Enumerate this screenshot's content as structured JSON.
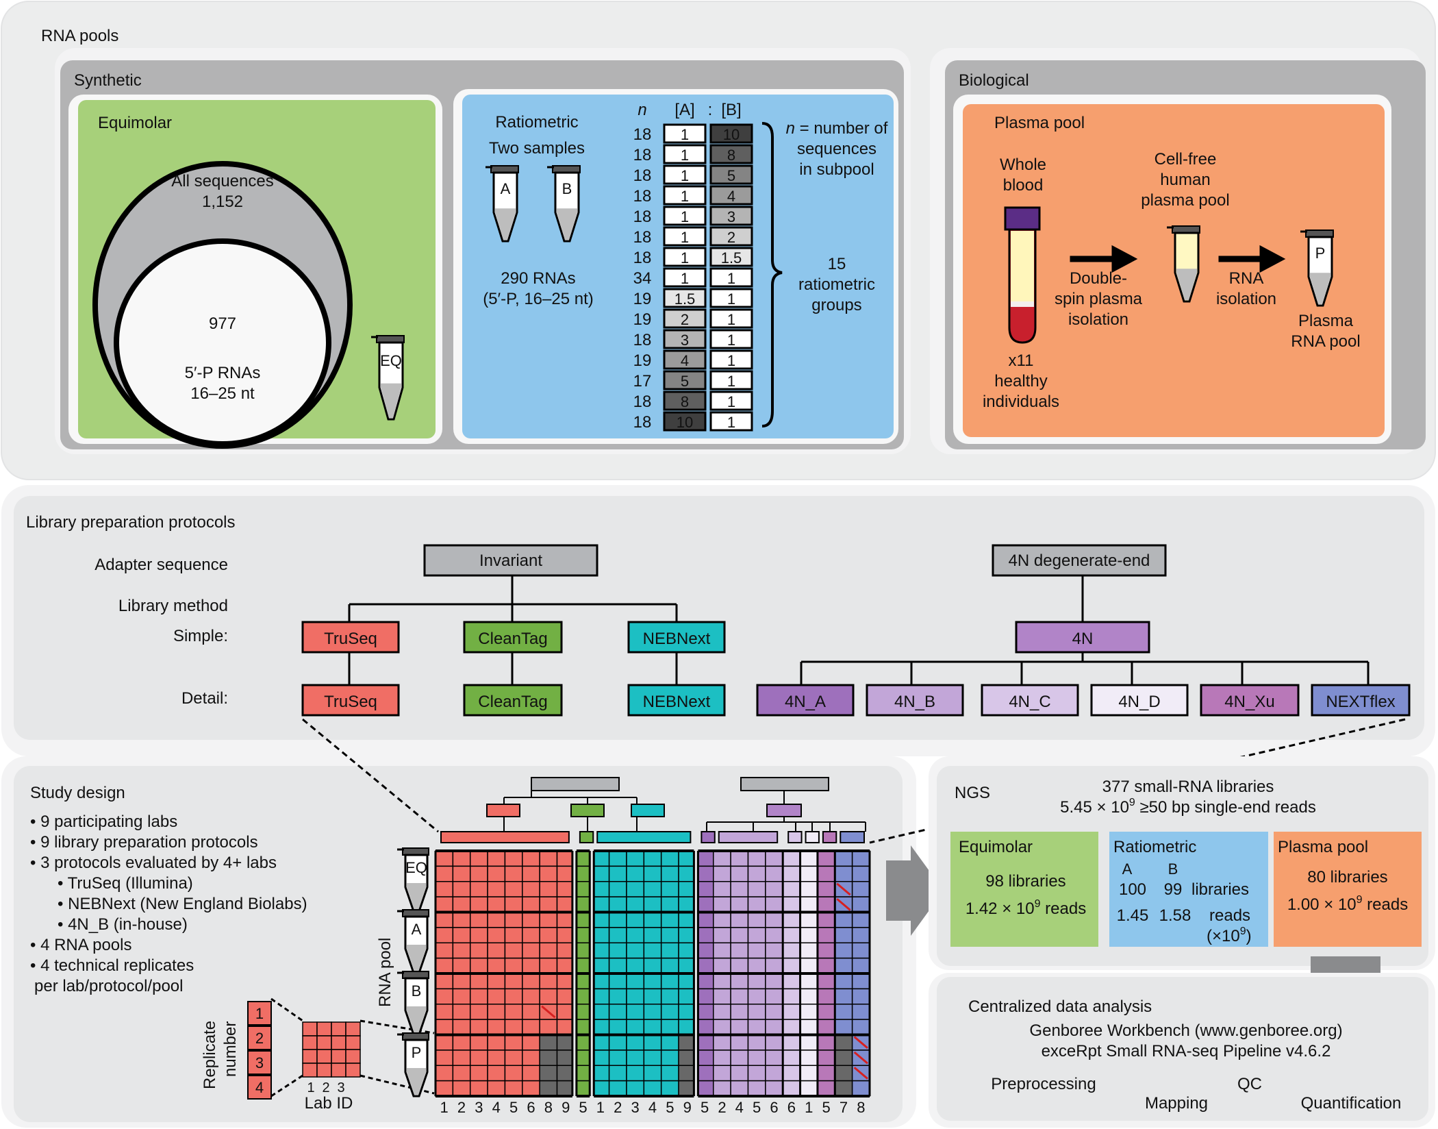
{
  "rna_pools": {
    "title": "RNA pools",
    "synthetic": {
      "title": "Synthetic",
      "equimolar": {
        "title": "Equimolar",
        "outer_label": "All sequences",
        "outer_count": "1,152",
        "inner_count": "977",
        "inner_label_1": "5′-P RNAs",
        "inner_label_2": "16–25 nt",
        "tube_label": "EQ"
      },
      "ratiometric": {
        "title": "Ratiometric",
        "subtitle": "Two samples",
        "tube_a": "A",
        "tube_b": "B",
        "count_text": "290 RNAs",
        "desc_text": "(5′-P, 16–25 nt)",
        "col_n": "n",
        "col_a": "[A]",
        "col_sep": ":",
        "col_b": "[B]",
        "rows": [
          {
            "n": "18",
            "a": "1",
            "b": "10"
          },
          {
            "n": "18",
            "a": "1",
            "b": "8"
          },
          {
            "n": "18",
            "a": "1",
            "b": "5"
          },
          {
            "n": "18",
            "a": "1",
            "b": "4"
          },
          {
            "n": "18",
            "a": "1",
            "b": "3"
          },
          {
            "n": "18",
            "a": "1",
            "b": "2"
          },
          {
            "n": "18",
            "a": "1",
            "b": "1.5"
          },
          {
            "n": "34",
            "a": "1",
            "b": "1"
          },
          {
            "n": "19",
            "a": "1.5",
            "b": "1"
          },
          {
            "n": "19",
            "a": "2",
            "b": "1"
          },
          {
            "n": "18",
            "a": "3",
            "b": "1"
          },
          {
            "n": "19",
            "a": "4",
            "b": "1"
          },
          {
            "n": "17",
            "a": "5",
            "b": "1"
          },
          {
            "n": "18",
            "a": "8",
            "b": "1"
          },
          {
            "n": "18",
            "a": "10",
            "b": "1"
          }
        ],
        "note_n": "n",
        "note_1": " = number of",
        "note_2": "sequences",
        "note_3": "in subpool",
        "groups_1": "15",
        "groups_2": "ratiometric",
        "groups_3": "groups"
      }
    },
    "biological": {
      "title": "Biological",
      "plasma_pool": {
        "title": "Plasma pool",
        "whole_1": "Whole",
        "whole_2": "blood",
        "donors_1": "x11",
        "donors_2": "healthy",
        "donors_3": "individuals",
        "step1_1": "Double-",
        "step1_2": "spin plasma",
        "step1_3": "isolation",
        "cellfree_1": "Cell-free",
        "cellfree_2": "human",
        "cellfree_3": "plasma pool",
        "step2_1": "RNA",
        "step2_2": "isolation",
        "tube_label": "P",
        "result_1": "Plasma",
        "result_2": "RNA pool"
      }
    }
  },
  "library_prep": {
    "title": "Library preparation protocols",
    "row_adapter": "Adapter sequence",
    "row_method": "Library method",
    "row_simple": "Simple:",
    "row_detail": "Detail:",
    "invariant": "Invariant",
    "degenerate": "4N degenerate-end",
    "simple": [
      "TruSeq",
      "CleanTag",
      "NEBNext",
      "4N"
    ],
    "detail": [
      "TruSeq",
      "CleanTag",
      "NEBNext",
      "4N_A",
      "4N_B",
      "4N_C",
      "4N_D",
      "4N_Xu",
      "NEXTflex"
    ],
    "colors": {
      "truseq": "#f06e65",
      "cleantag": "#72b044",
      "nebnext": "#1cbfc3",
      "fourN": "#b184c8",
      "4n_a": "#9e70bc",
      "4n_b": "#c2a6d8",
      "4n_c": "#d8c6e8",
      "4n_d": "#f1ecf7",
      "4n_xu": "#b878b8",
      "nextflex": "#7f8ed0",
      "invariant": "#b4b6b9"
    }
  },
  "study_design": {
    "title": "Study design",
    "bullets": [
      "• 9 participating labs",
      "• 9 library preparation protocols",
      "• 3 protocols evaluated by 4+ labs",
      "• TruSeq (Illumina)",
      "• NEBNext (New England Biolabs)",
      "• 4N_B (in-house)",
      "• 4 RNA pools",
      "• 4 technical replicates",
      "per lab/protocol/pool"
    ],
    "replicate_label_1": "Replicate",
    "replicate_label_2": "number",
    "replicates": [
      "1",
      "2",
      "3",
      "4"
    ],
    "lab_id_label": "Lab ID",
    "lab_ids": [
      "1",
      "2",
      "3"
    ],
    "rna_pool_label": "RNA pool",
    "pools": [
      "EQ",
      "A",
      "B",
      "P"
    ],
    "column_labs": [
      "1",
      "2",
      "3",
      "4",
      "5",
      "6",
      "8",
      "9",
      "5",
      "1",
      "2",
      "3",
      "4",
      "5",
      "9",
      "5",
      "2",
      "4",
      "5",
      "6",
      "6",
      "1",
      "5",
      "7",
      "8"
    ]
  },
  "ngs": {
    "title": "NGS",
    "summary_1": "377 small-RNA libraries",
    "summary_2": "5.45 × 10",
    "summary_2_exp": "9",
    "summary_2_end": " ≥50 bp single-end reads",
    "equimolar": {
      "title": "Equimolar",
      "libs": "98 libraries",
      "reads": "1.42 × 10",
      "reads_exp": "9",
      "reads_end": " reads"
    },
    "ratiometric": {
      "title": "Ratiometric",
      "col_a": "A",
      "col_b": "B",
      "libs_a": "100",
      "libs_b": "99",
      "libs_label": "libraries",
      "reads_a": "1.45",
      "reads_b": "1.58",
      "reads_label": "reads",
      "reads_unit": "(×10",
      "reads_unit_exp": "9",
      "reads_unit_end": ")"
    },
    "plasma": {
      "title": "Plasma pool",
      "libs": "80 libraries",
      "reads": "1.00 × 10",
      "reads_exp": "9",
      "reads_end": " reads"
    }
  },
  "analysis": {
    "title": "Centralized data analysis",
    "line_1": "Genboree Workbench (www.genboree.org)",
    "line_2": "exceRpt Small RNA-seq Pipeline v4.6.2",
    "steps": [
      "Preprocessing",
      "Mapping",
      "QC",
      "Quantification"
    ]
  }
}
